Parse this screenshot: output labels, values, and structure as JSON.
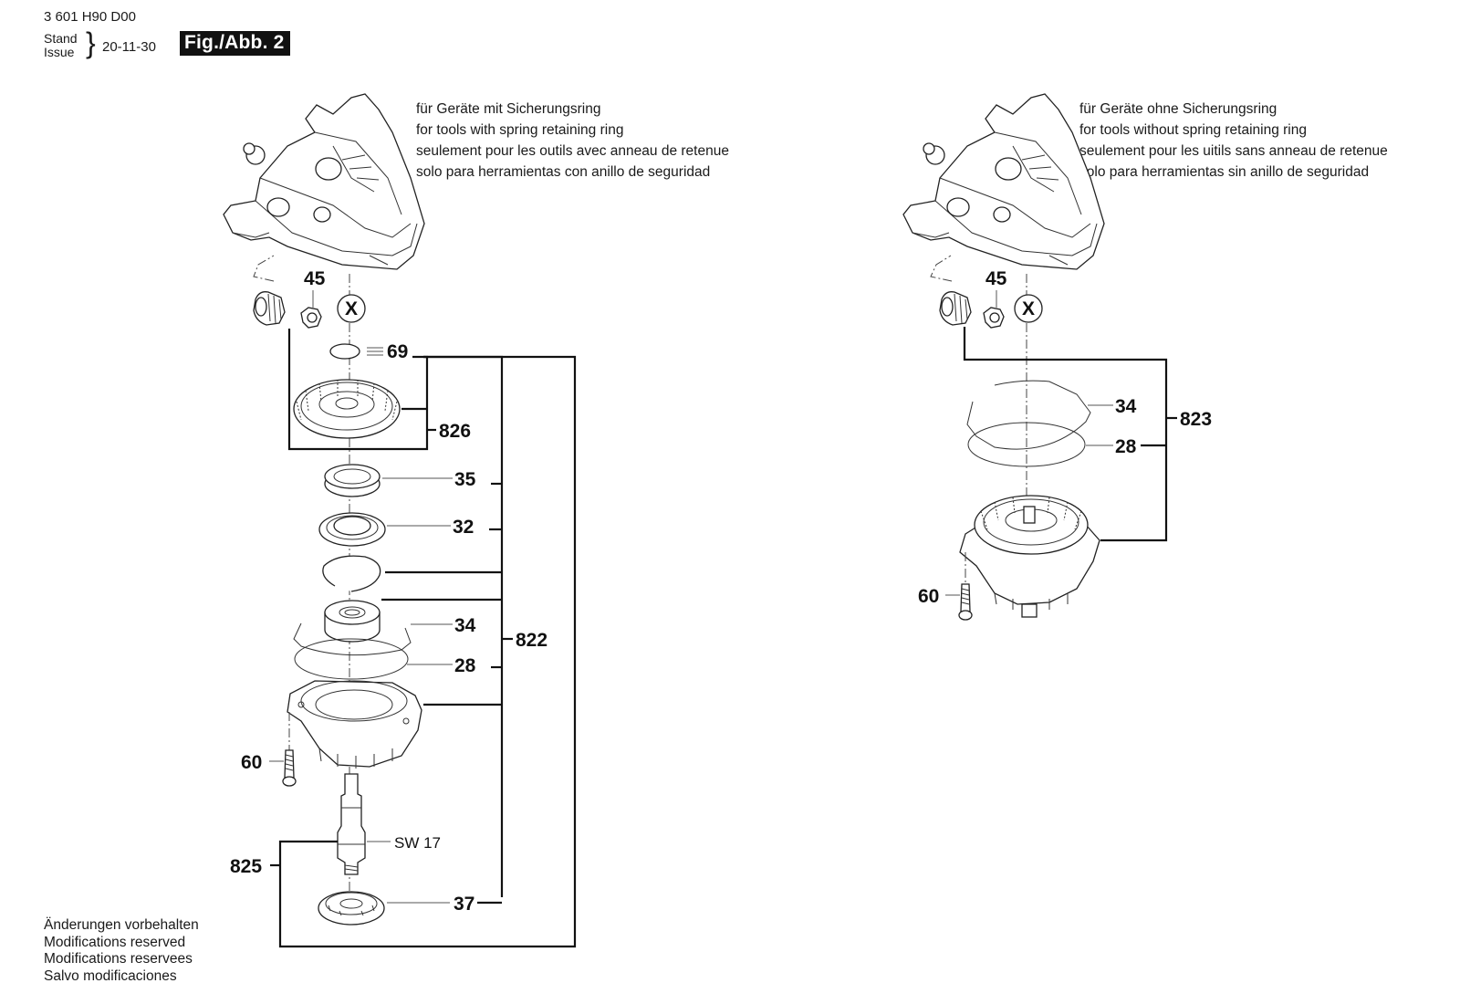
{
  "header": {
    "part_number": "3 601 H90 D00",
    "stand_label": "Stand",
    "issue_label": "Issue",
    "date": "20-11-30",
    "figure_label": "Fig./Abb. 2"
  },
  "notes": {
    "left": [
      "für Geräte mit Sicherungsring",
      "for tools with spring retaining ring",
      "seulement pour les outils avec anneau de retenue",
      "solo para herramientas con anillo de seguridad"
    ],
    "right": [
      "für Geräte ohne Sicherungsring",
      "for tools without spring retaining ring",
      "seulement pour les uitils sans anneau de retenue",
      "solo para herramientas sin anillo de seguridad"
    ]
  },
  "footer": [
    "Änderungen vorbehalten",
    "Modifications reserved",
    "Modifications reservees",
    "Salvo modificaciones"
  ],
  "left_assembly": {
    "callouts": {
      "pinion_nut": "45",
      "reference_marker": "X",
      "retaining_ring": "69",
      "bevel_gear_kit": "826",
      "seal_ring": "35",
      "bearing_cover": "32",
      "bearing_with_ring": "34",
      "o_ring": "28",
      "flange_assembly": "822",
      "screw": "60",
      "spindle_wrench_size": "SW 17",
      "spindle_kit": "825",
      "ball_bearing": "37"
    }
  },
  "right_assembly": {
    "callouts": {
      "pinion_nut": "45",
      "reference_marker": "X",
      "spring_ring": "34",
      "o_ring": "28",
      "flange_assembly": "823",
      "screw": "60"
    }
  }
}
